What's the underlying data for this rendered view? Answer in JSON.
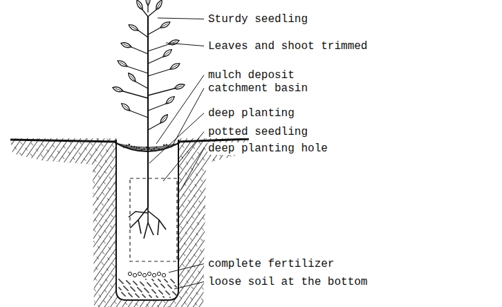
{
  "diagram": {
    "labels": [
      "Sturdy seedling",
      "Leaves and shoot trimmed",
      "mulch deposit",
      "catchment basin",
      "deep planting",
      "potted seedling",
      "deep planting hole",
      "complete fertilizer",
      "loose soil at the bottom"
    ]
  }
}
